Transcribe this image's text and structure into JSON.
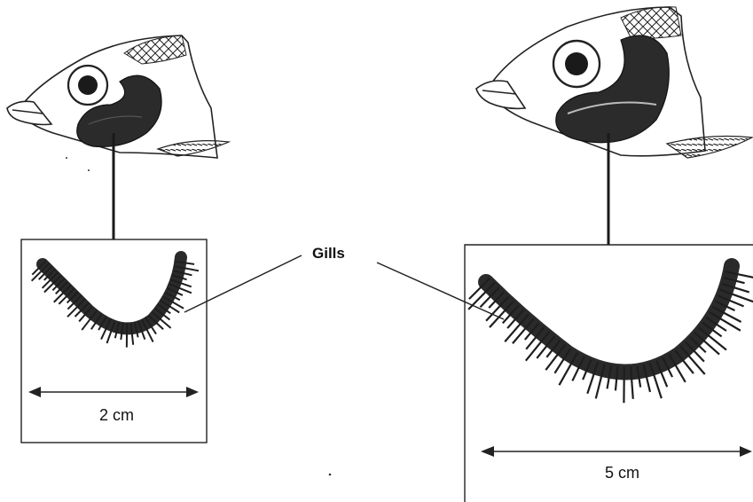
{
  "diagram": {
    "callout_label": "Gills",
    "left": {
      "dimension": "2 cm"
    },
    "right": {
      "dimension": "5 cm"
    }
  },
  "colors": {
    "ink": "#1a1a1a",
    "gill_fill": "#2a2a2a",
    "paper": "#ffffff"
  }
}
